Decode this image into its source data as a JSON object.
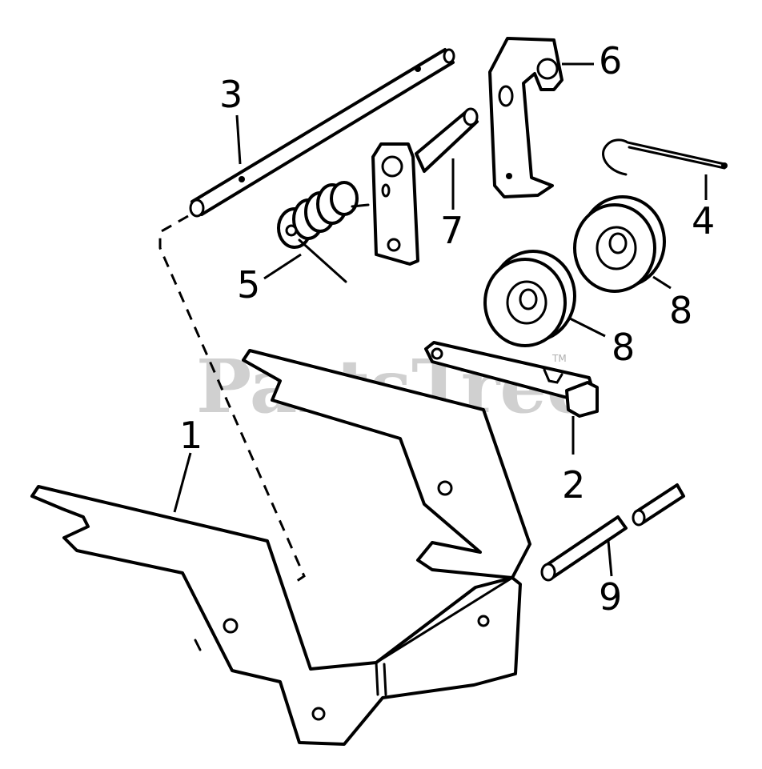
{
  "watermark": {
    "text": "PartsTree",
    "trademark": "TM"
  },
  "callouts": {
    "c1": "1",
    "c2": "2",
    "c3": "3",
    "c4": "4",
    "c5": "5",
    "c6": "6",
    "c7": "7",
    "c8a": "8",
    "c8b": "8",
    "c9": "9"
  }
}
